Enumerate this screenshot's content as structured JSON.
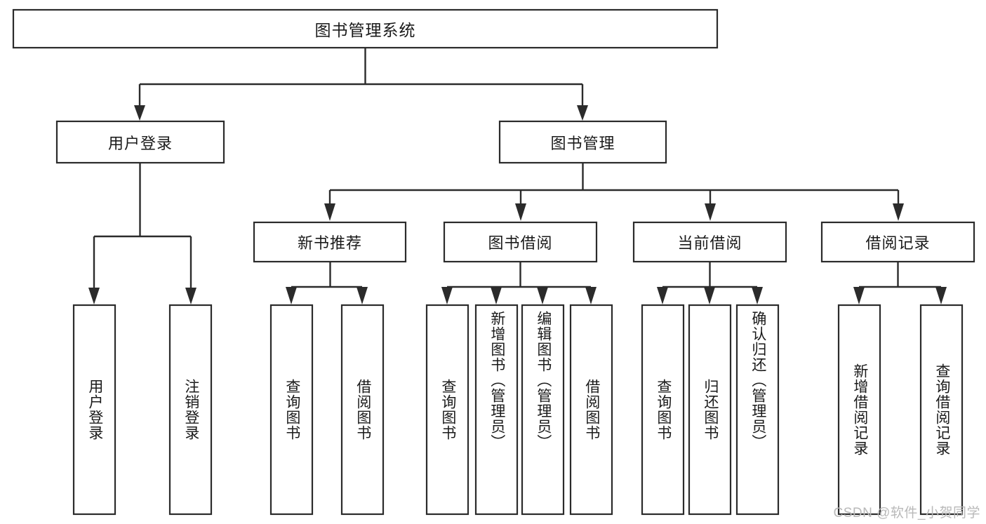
{
  "diagram": {
    "type": "tree-hierarchy",
    "title": "图书管理系统",
    "watermark": "CSDN @软件_小贺同学",
    "colors": {
      "box_stroke": "#2b2b2b",
      "box_fill": "#ffffff",
      "connector": "#2b2b2b",
      "text": "#1a1a1a",
      "watermark": "#b9b9b9",
      "background": "#ffffff"
    },
    "root": {
      "label": "图书管理系统"
    },
    "level2": [
      {
        "label": "用户登录"
      },
      {
        "label": "图书管理"
      }
    ],
    "level3": [
      {
        "label": "新书推荐"
      },
      {
        "label": "图书借阅"
      },
      {
        "label": "当前借阅"
      },
      {
        "label": "借阅记录"
      }
    ],
    "leaves": {
      "user_login": [
        {
          "label": "用户登录"
        },
        {
          "label": "注销登录"
        }
      ],
      "new_book_recommend": [
        {
          "label": "查询图书"
        },
        {
          "label": "借阅图书"
        }
      ],
      "book_borrow": [
        {
          "label": "查询图书"
        },
        {
          "label": "新增图书（管理员）"
        },
        {
          "label": "编辑图书（管理员）"
        },
        {
          "label": "借阅图书"
        }
      ],
      "current_borrow": [
        {
          "label": "查询图书"
        },
        {
          "label": "归还图书"
        },
        {
          "label": "确认归还（管理员）"
        }
      ],
      "borrow_record": [
        {
          "label": "新增借阅记录"
        },
        {
          "label": "查询借阅记录"
        }
      ]
    }
  }
}
